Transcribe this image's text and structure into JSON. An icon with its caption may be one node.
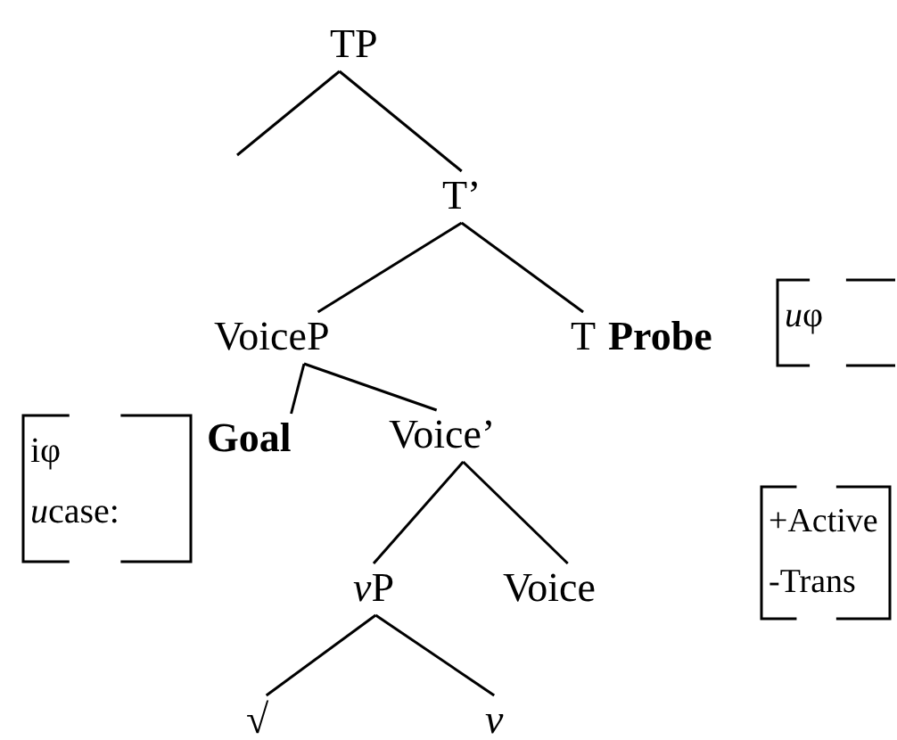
{
  "diagram": {
    "nodes": [
      {
        "text": [
          "TP"
        ]
      },
      {
        "text": [
          "T’"
        ]
      },
      {
        "text": [
          "VoiceP"
        ]
      },
      {
        "text": [
          "T"
        ],
        "beside": [
          "Probe"
        ]
      },
      {
        "text": [
          "uφ"
        ]
      },
      {
        "text": [
          "iφ",
          "ucase:"
        ]
      },
      {
        "text": [
          "Goal"
        ]
      },
      {
        "text": [
          "Voice’"
        ]
      },
      {
        "text": [
          "vP"
        ]
      },
      {
        "text": [
          "Voice"
        ]
      },
      {
        "text": [
          "+Active",
          "-Trans"
        ]
      },
      {
        "text": [
          "√"
        ]
      },
      {
        "text": [
          "v"
        ]
      }
    ],
    "edges": [
      {
        "from": 0,
        "to": null,
        "arrow": "none"
      },
      {
        "from": 0,
        "to": 1,
        "arrow": "none"
      },
      {
        "from": 1,
        "to": 2,
        "arrow": "none"
      },
      {
        "from": 1,
        "to": 3,
        "arrow": "none"
      },
      {
        "from": 2,
        "to": 6,
        "arrow": "none"
      },
      {
        "from": 2,
        "to": 7,
        "arrow": "none"
      },
      {
        "from": 7,
        "to": 8,
        "arrow": "none"
      },
      {
        "from": 7,
        "to": 9,
        "arrow": "none"
      },
      {
        "from": 8,
        "to": 11,
        "arrow": "none"
      },
      {
        "from": 8,
        "to": 12,
        "arrow": "none"
      }
    ]
  }
}
